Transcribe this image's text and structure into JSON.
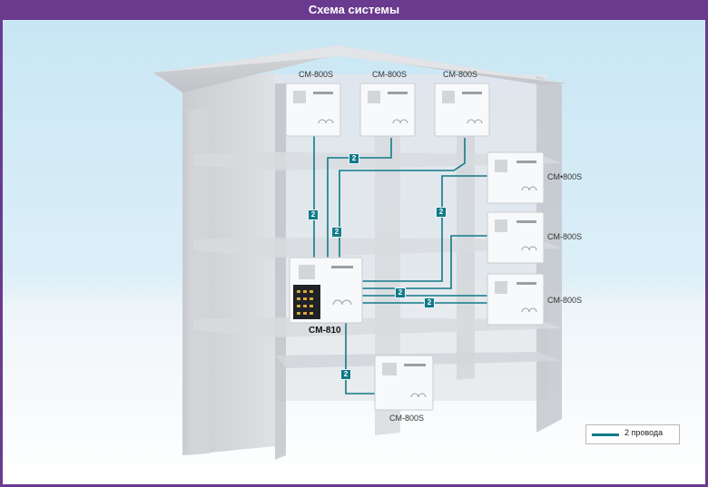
{
  "title": "Схема системы",
  "devices": {
    "top_1": "CM-800S",
    "top_2": "CM-800S",
    "top_3": "CM-800S",
    "right_1": "CM•800S",
    "right_2": "CM-800S",
    "right_3": "CM-800S",
    "bottom": "CM-800S",
    "master": "CM-810"
  },
  "wires": {
    "badge_1": "2",
    "badge_2": "2",
    "badge_3": "2",
    "badge_4": "2",
    "badge_5": "2",
    "badge_6": "2",
    "badge_7": "2"
  },
  "legend": {
    "label": "2 провода"
  },
  "colors": {
    "frame": "#6a3a8e",
    "wire": "#127a88"
  }
}
